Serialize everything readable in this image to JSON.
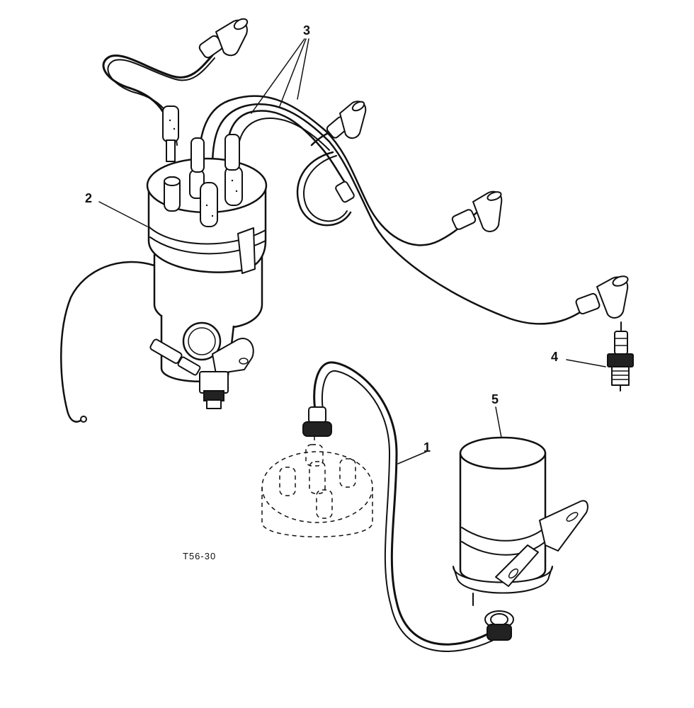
{
  "callouts": {
    "c1": "1",
    "c2": "2",
    "c3": "3",
    "c4": "4",
    "c5": "5"
  },
  "figure_code": "T56-30"
}
